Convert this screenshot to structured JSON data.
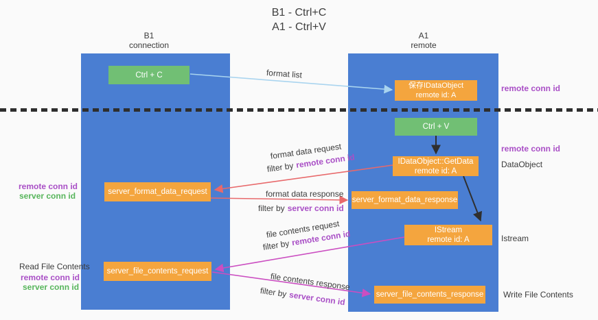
{
  "title": {
    "line1": "B1 - Ctrl+C",
    "line2": "A1 - Ctrl+V"
  },
  "lifelines": {
    "left": {
      "name": "B1",
      "role": "connection"
    },
    "right": {
      "name": "A1",
      "role": "remote"
    }
  },
  "boxes": {
    "ctrl_c": {
      "label": "Ctrl + C"
    },
    "ctrl_v": {
      "label": "Ctrl + V"
    },
    "save_idataobject": {
      "line1": "保存IDataObject",
      "line2": "remote id: A"
    },
    "getdata": {
      "line1": "IDataObject::GetData",
      "line2": "remote id: A"
    },
    "istream": {
      "line1": "IStream",
      "line2": "remote id: A"
    },
    "server_format_data_request": {
      "label": "server_format_data_request"
    },
    "server_format_data_response": {
      "label": "server_format_data_response"
    },
    "server_file_contents_request": {
      "label": "server_file_contents_request"
    },
    "server_file_contents_response": {
      "label": "server_file_contents_response"
    }
  },
  "flow_labels": {
    "format_list": "format list",
    "format_data_request": "format data request",
    "format_data_request_filter": {
      "prefix": "filter by",
      "id": "remote conn id"
    },
    "format_data_response": "format data response",
    "format_data_response_filter": {
      "prefix": "filter by",
      "id": "server conn id"
    },
    "file_contents_request": "file contents request",
    "file_contents_request_filter": {
      "prefix": "filter by",
      "id": "remote conn id"
    },
    "file_contents_response": "file contents response",
    "file_contents_response_filter": {
      "prefix": "filter by",
      "id": "server conn id"
    }
  },
  "side_labels": {
    "right_top_conn": "remote conn id",
    "right_mid_conn": "remote conn id",
    "right_dataobject": "DataObject",
    "right_istream": "Istream",
    "right_write": "Write File Contents",
    "left_mid_remote": "remote conn id",
    "left_mid_server": "server conn id",
    "left_read": "Read File Contents",
    "left_bottom_remote": "remote conn id",
    "left_bottom_server": "server conn id"
  },
  "colors": {
    "lifeline_blue": "#4a7ed2",
    "action_green": "#71bf74",
    "message_orange": "#f4a53e",
    "remote_conn_purple": "#a94fc6",
    "server_conn_green": "#57b55b",
    "format_arrow_salmon": "#e8696b",
    "file_arrow_magenta": "#cb4ec1",
    "format_list_blue": "#a9d4ef",
    "black_arrow": "#2f2f2f",
    "background": "#fafafa"
  }
}
